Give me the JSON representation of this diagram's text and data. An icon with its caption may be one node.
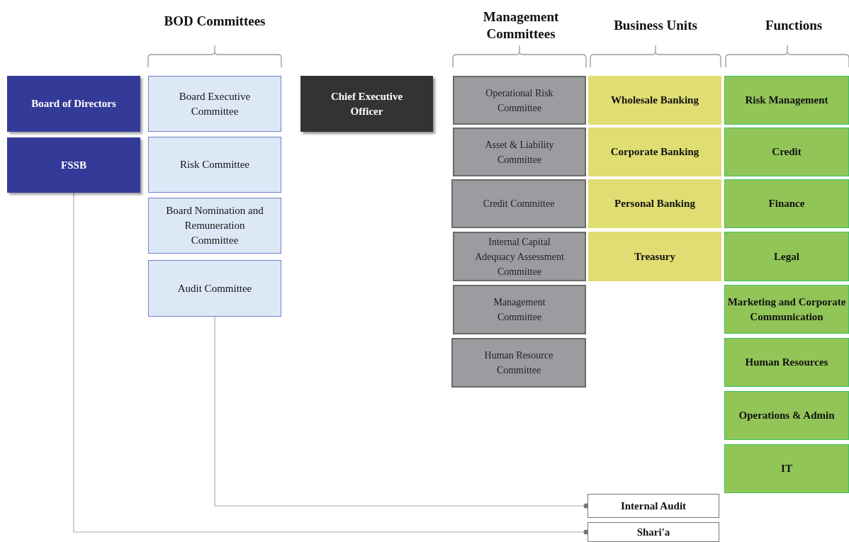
{
  "diagram": {
    "nodes": [
      {
        "text": [
          "Board of Directors"
        ]
      },
      {
        "text": [
          "FSSB"
        ]
      },
      {
        "text": [
          "Board Executive Committee"
        ]
      },
      {
        "text": [
          "Risk Committee"
        ]
      },
      {
        "text": [
          "Board Nomination and Remuneration Committee"
        ]
      },
      {
        "text": [
          "Audit Committee"
        ]
      },
      {
        "text": [
          "Chief Executive Officer"
        ]
      },
      {
        "text": [
          "Operational Risk Committee"
        ]
      },
      {
        "text": [
          "Wholesale Banking"
        ]
      },
      {
        "text": [
          "Risk Management"
        ]
      },
      {
        "text": [
          "Asset & Liability Committee"
        ]
      },
      {
        "text": [
          "Corporate Banking"
        ]
      },
      {
        "text": [
          "Credit"
        ]
      },
      {
        "text": [
          "Credit Committee"
        ]
      },
      {
        "text": [
          "Personal Banking"
        ]
      },
      {
        "text": [
          "Finance"
        ]
      },
      {
        "text": [
          "Internal Capital Adequacy Assessment Committee"
        ]
      },
      {
        "text": [
          "Treasury"
        ]
      },
      {
        "text": [
          "Legal"
        ]
      },
      {
        "text": [
          "Management Committee"
        ]
      },
      {
        "text": [
          "Marketing and Corporate Communication"
        ]
      },
      {
        "text": [
          "Human Resource Committee"
        ]
      },
      {
        "text": [
          "Human Resources"
        ]
      },
      {
        "text": [
          "Operations & Admin"
        ]
      },
      {
        "text": [
          "IT"
        ]
      },
      {
        "text": [
          "Internal Audit"
        ]
      },
      {
        "text": [
          "Shari'a"
        ]
      }
    ],
    "edges": [
      {
        "from": 5,
        "to": 25,
        "arrow": "other"
      },
      {
        "from": 1,
        "to": 26,
        "arrow": "other"
      }
    ],
    "labels": [
      "BOD Committees",
      "Management Committees",
      "Business Units",
      "Functions"
    ]
  }
}
